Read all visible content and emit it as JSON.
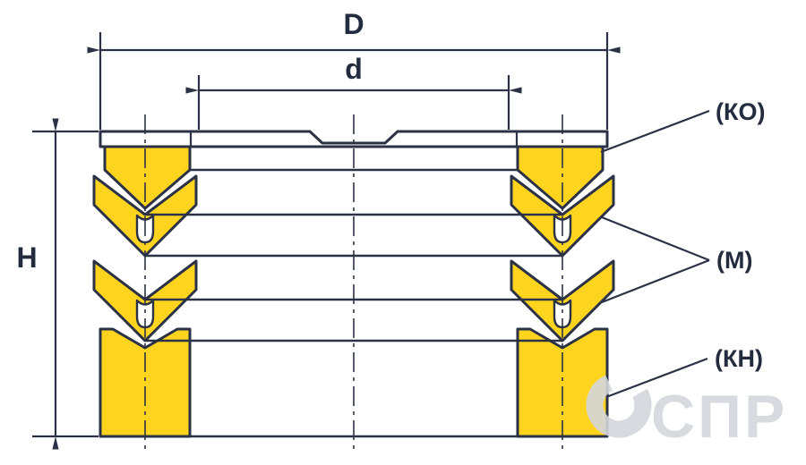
{
  "diagram": {
    "dimension_labels": {
      "outer_diameter": "D",
      "inner_diameter": "d",
      "height": "H"
    },
    "part_labels": {
      "top_ring": "(КО)",
      "seal_cuffs": "(М)",
      "bottom_ring": "(КН)"
    },
    "watermark_text": "СПР",
    "colors": {
      "seal_fill": "#FFD41E",
      "line": "#2B3245",
      "label_text": "#232B3E",
      "watermark": "#D3D7DB",
      "background": "#FFFFFF"
    }
  }
}
